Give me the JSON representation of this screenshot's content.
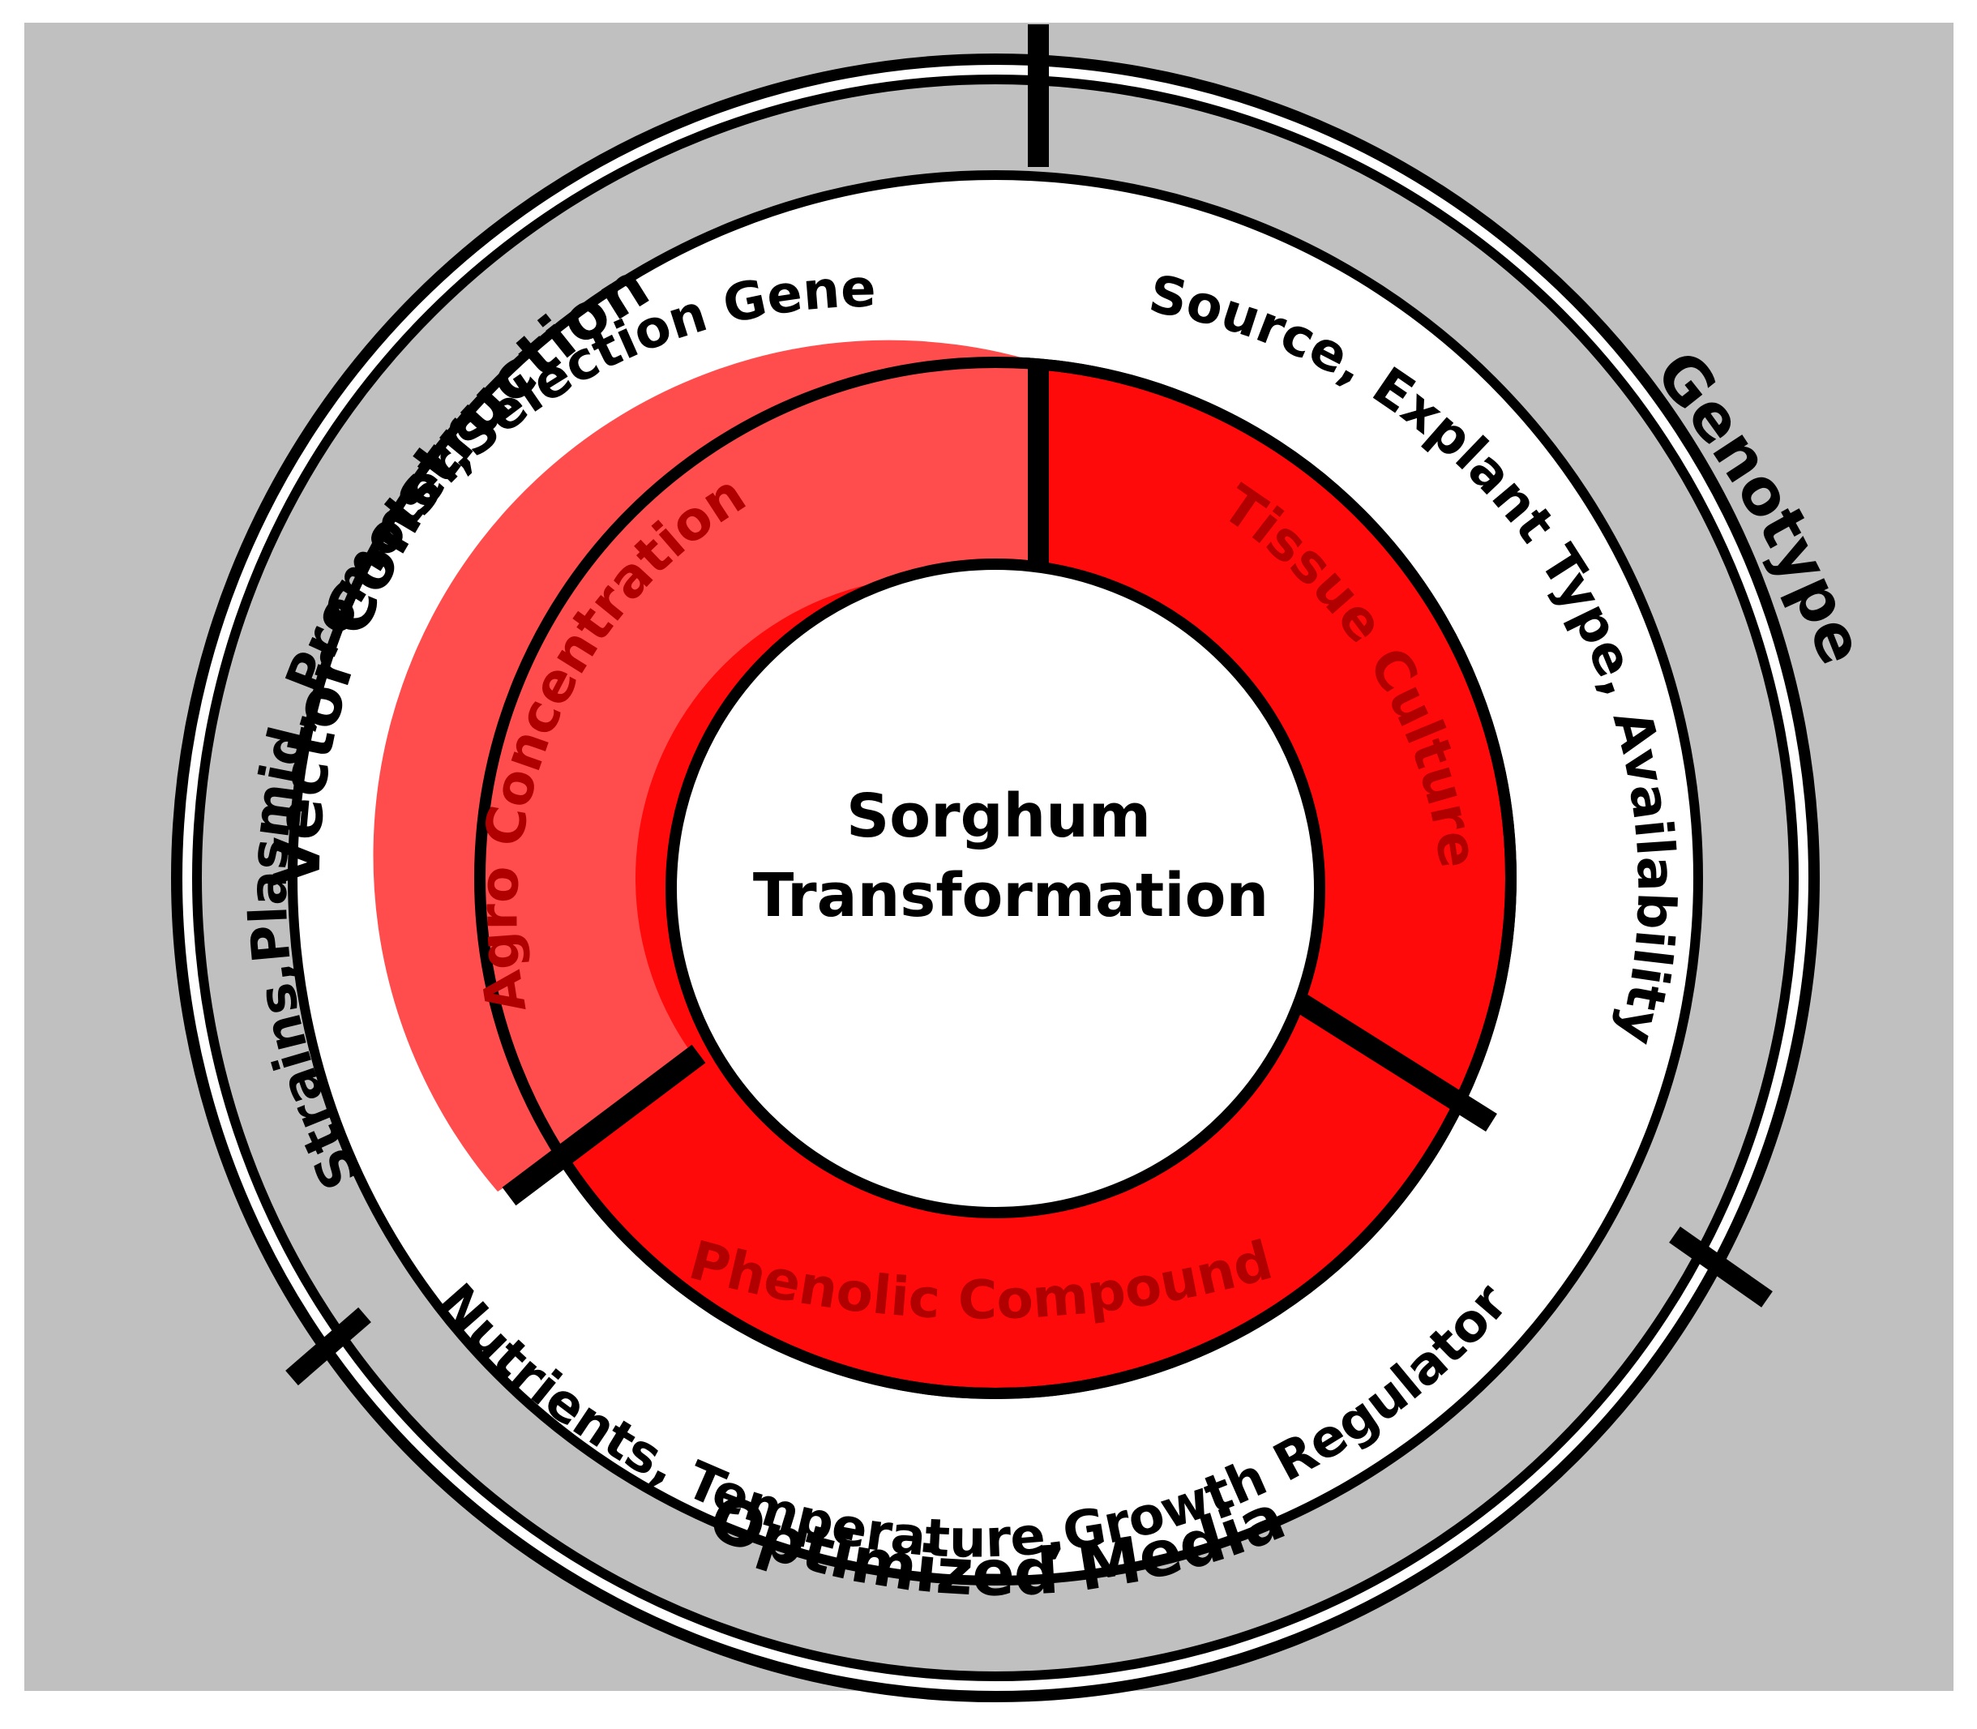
{
  "center": {
    "line1": "Sorghum",
    "line2": "Transformation"
  },
  "inner_segments": {
    "agro": "Agro Concentration",
    "tissue": "Tissue Culture",
    "phenolic": "Phenolic Compound"
  },
  "middle_labels": {
    "vector_details": "Strains,Plasmid, Promoter,Selection Gene",
    "genotype_details": "Source,  Explant Type,  Availability",
    "media_details": "Nutrients,   Temperature,Growth Regulator"
  },
  "outer_labels": {
    "vector": "Vector Construction",
    "genotype": "Genotype",
    "media": "Optimized Media"
  },
  "colors": {
    "background": "#c0c0c0",
    "agro_fill": "#ff4d4d",
    "tissue_fill": "#ff0a0a",
    "phenolic_fill": "#ff0a0a",
    "outline": "#000000",
    "ring_fill": "#ffffff"
  }
}
